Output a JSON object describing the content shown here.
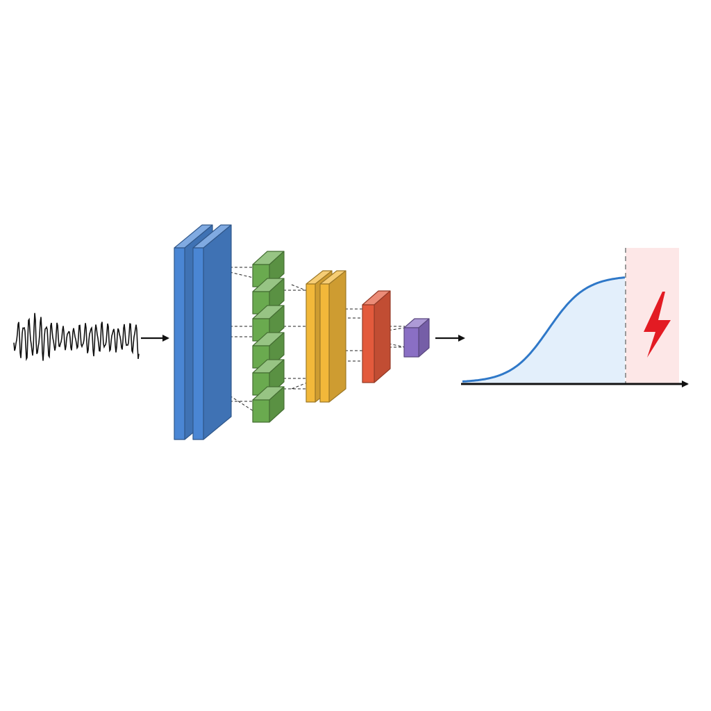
{
  "diagram": {
    "colors": {
      "background": "#ffffff",
      "stroke": "#111111",
      "conv_block": "#4a86d4",
      "pool_block": "#6aaa4f",
      "feature_block": "#f2b83a",
      "dense_block": "#e35a3c",
      "output_block": "#8a6fc4",
      "curve": "#2f78c8",
      "curve_fill": "#e3effb",
      "alert_zone": "#fde7e7",
      "threshold_line": "#999999",
      "lightning": "#e31b23"
    },
    "icons": {
      "input_signal": "waveform-icon",
      "alert": "lightning-icon"
    },
    "network": {
      "conv_slabs": 2,
      "pool_cubes": 6,
      "feature_slabs": 2,
      "dense_slabs": 1,
      "output_cubes": 1
    },
    "curve": {
      "type": "sigmoid"
    }
  }
}
